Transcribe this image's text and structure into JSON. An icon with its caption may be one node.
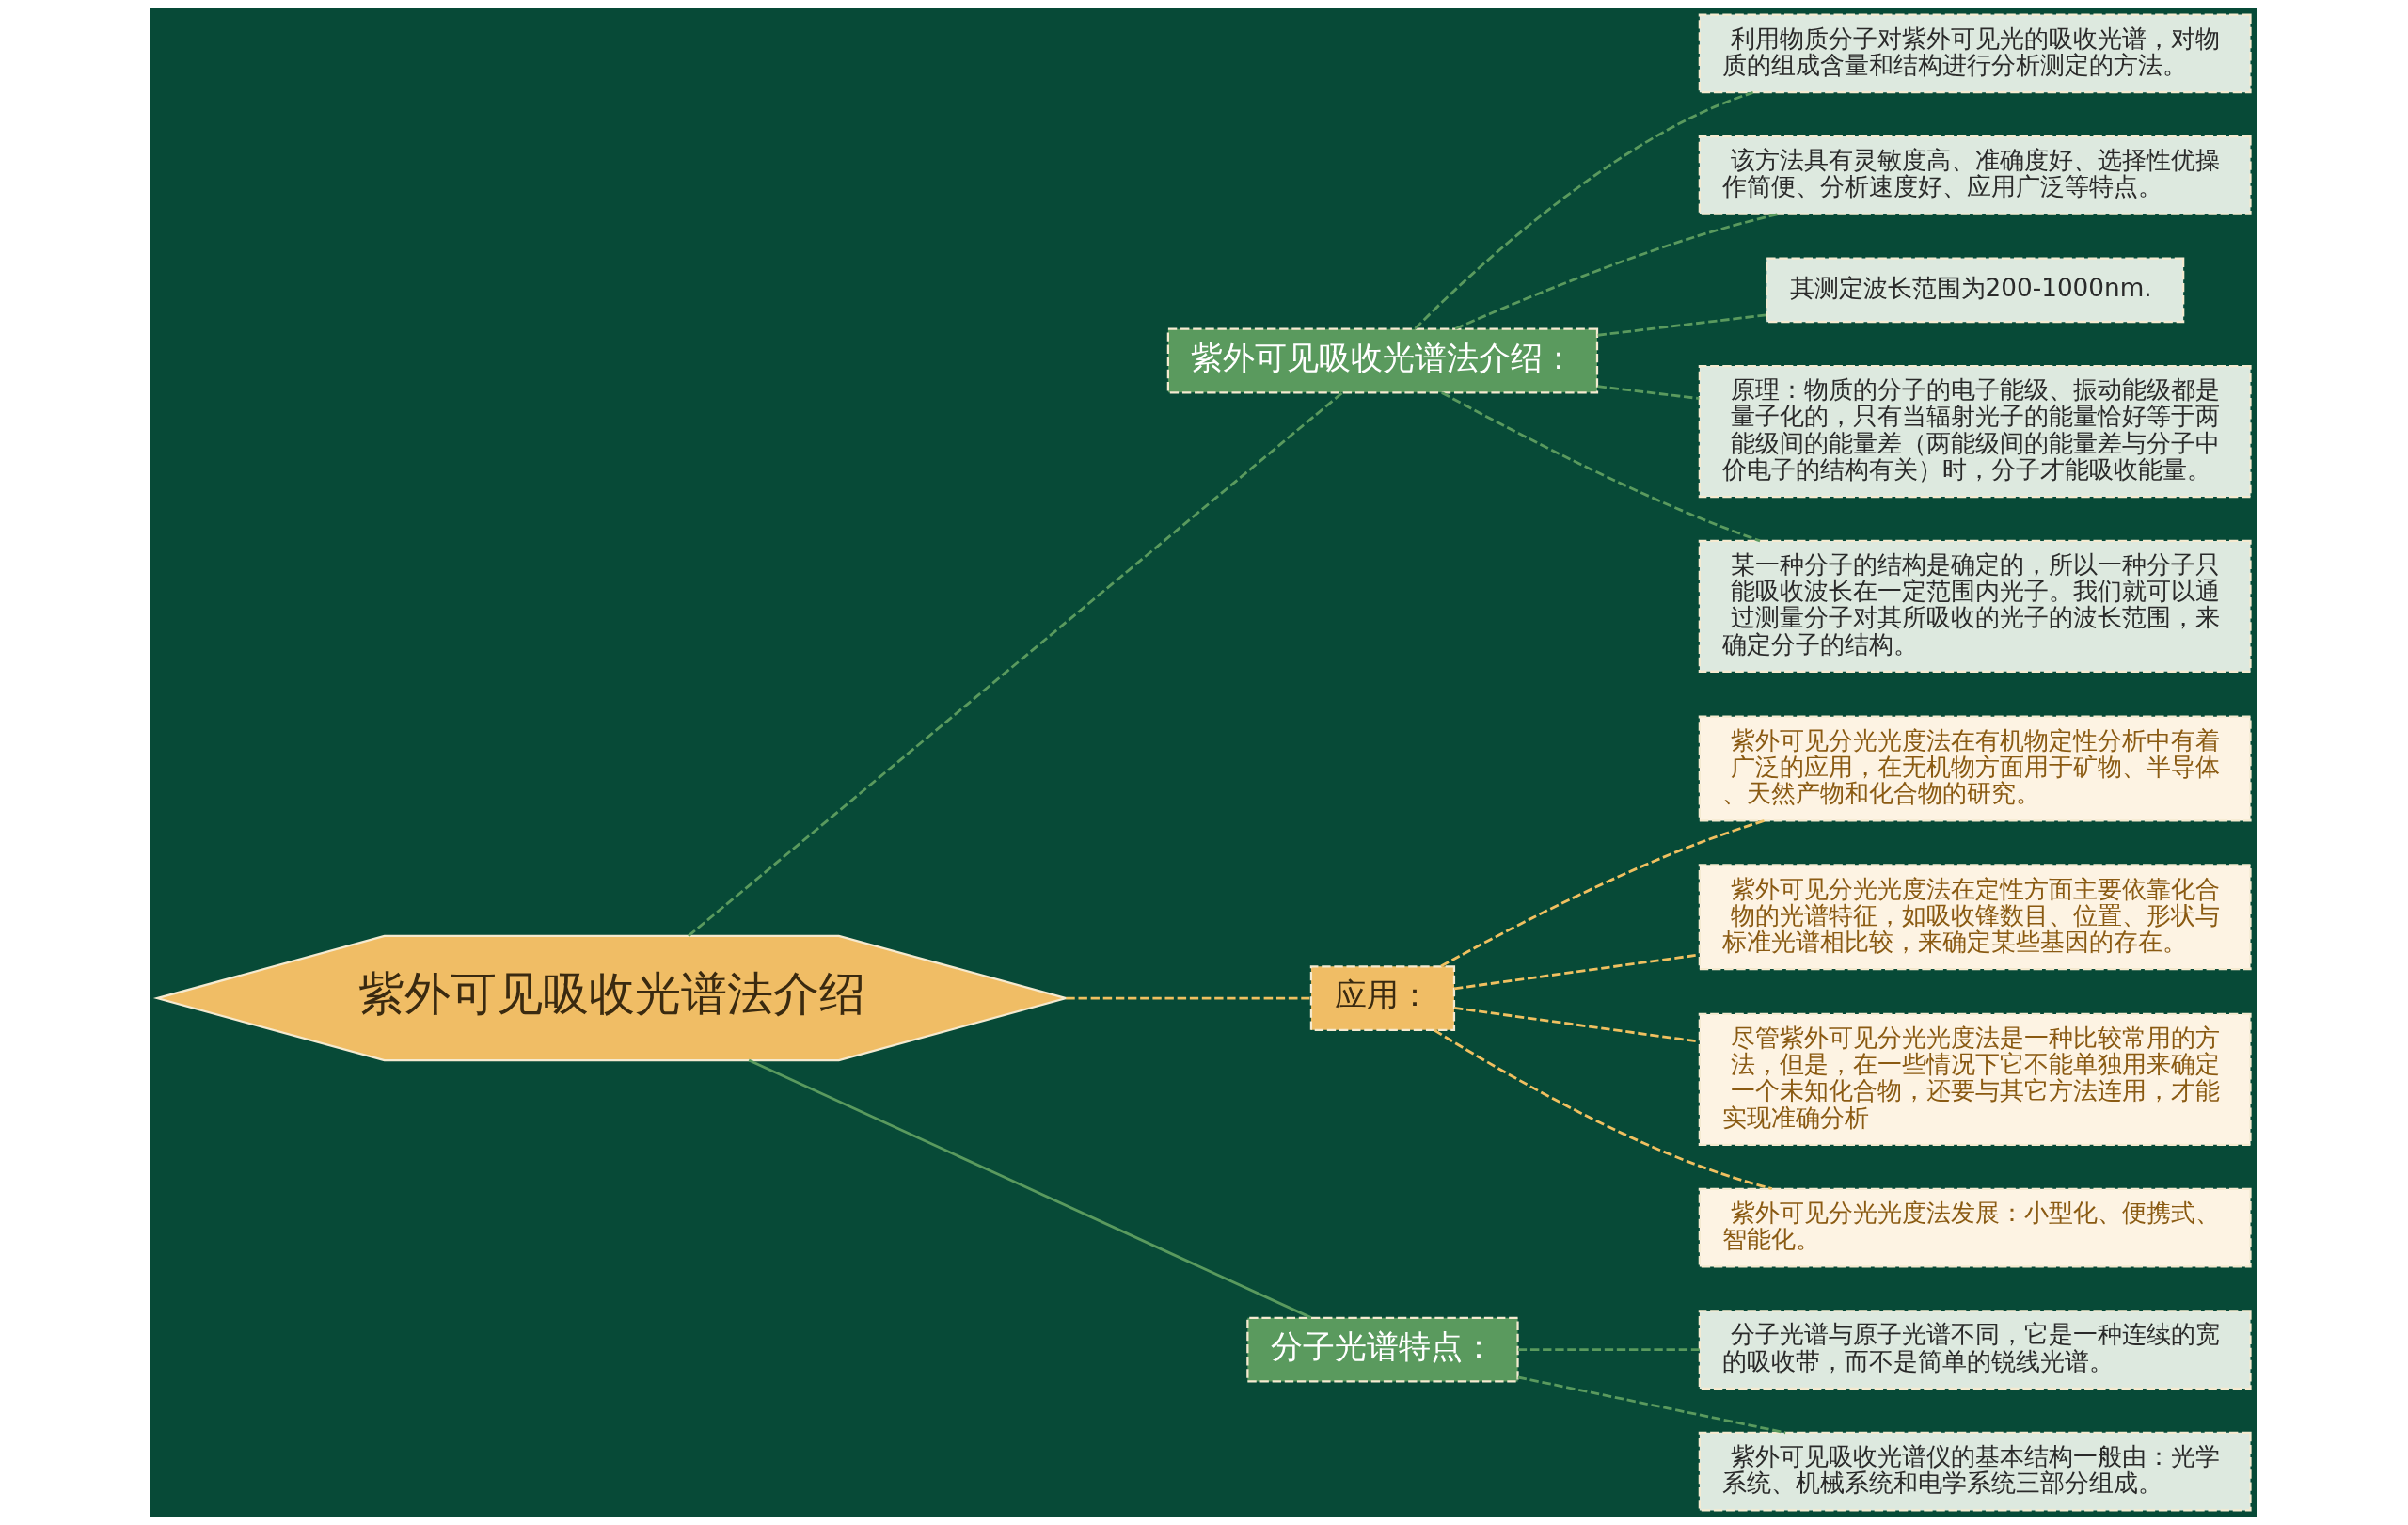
{
  "diagram": {
    "nodes": [
      {
        "text": [
          "紫外可见吸收光谱法介绍"
        ]
      },
      {
        "text": [
          "紫外可见吸收光谱法介绍："
        ]
      },
      {
        "text": [
          "利用物质分子对紫外可见光的吸收光谱，对物质的组成含量和结构进行分析测定的方法。"
        ]
      },
      {
        "text": [
          "该方法具有灵敏度高、准确度好、选择性优操作简便、分析速度好、应用广泛等特点。"
        ]
      },
      {
        "text": [
          "其测定波长范围为200-1000nm."
        ]
      },
      {
        "text": [
          "原理：物质的分子的电子能级、振动能级都是量子化的，只有当辐射光子的能量恰好等于两能级间的能量差（两能级间的能量差与分子中价电子的结构有关）时，分子才能吸收能量。"
        ]
      },
      {
        "text": [
          "某一种分子的结构是确定的，所以一种分子只能吸收波长在一定范围内光子。我们就可以通过测量分子对其所吸收的光子的波长范围，来确定分子的结构。"
        ]
      },
      {
        "text": [
          "应用："
        ]
      },
      {
        "text": [
          "紫外可见分光光度法在有机物定性分析中有着广泛的应用，在无机物方面用于矿物、半导体、天然产物和化合物的研究。"
        ]
      },
      {
        "text": [
          "紫外可见分光光度法在定性方面主要依靠化合物的光谱特征，如吸收锋数目、位置、形状与标准光谱相比较，来确定某些基因的存在。"
        ]
      },
      {
        "text": [
          "尽管紫外可见分光光度法是一种比较常用的方法，但是，在一些情况下它不能单独用来确定一个未知化合物，还要与其它方法连用，才能实现准确分析"
        ]
      },
      {
        "text": [
          "紫外可见分光光度法发展：小型化、便携式、智能化。"
        ]
      },
      {
        "text": [
          "分子光谱特点："
        ]
      },
      {
        "text": [
          "分子光谱与原子光谱不同，它是一种连续的宽的吸收带，而不是简单的锐线光谱。"
        ]
      },
      {
        "text": [
          "紫外可见吸收光谱仪的基本结构一般由：光学系统、机械系统和电学系统三部分组成。"
        ]
      }
    ],
    "edges": [
      {
        "from": 0,
        "to": 1,
        "arrow": "none",
        "style": "dashed"
      },
      {
        "from": 1,
        "to": 2,
        "arrow": "none",
        "style": "dashed"
      },
      {
        "from": 1,
        "to": 3,
        "arrow": "none",
        "style": "dashed"
      },
      {
        "from": 1,
        "to": 4,
        "arrow": "none",
        "style": "dashed"
      },
      {
        "from": 1,
        "to": 5,
        "arrow": "none",
        "style": "dashed"
      },
      {
        "from": 1,
        "to": 6,
        "arrow": "none",
        "style": "dashed"
      },
      {
        "from": 0,
        "to": 7,
        "arrow": "none",
        "style": "dashed",
        "color": "#f0c060"
      },
      {
        "from": 7,
        "to": 8,
        "arrow": "none",
        "style": "dashed",
        "color": "#f0c060"
      },
      {
        "from": 7,
        "to": 9,
        "arrow": "none",
        "style": "dashed",
        "color": "#f0c060"
      },
      {
        "from": 7,
        "to": 10,
        "arrow": "none",
        "style": "dashed",
        "color": "#f0c060"
      },
      {
        "from": 7,
        "to": 11,
        "arrow": "none",
        "style": "dashed",
        "color": "#f0c060"
      },
      {
        "from": 0,
        "to": 12,
        "arrow": "none"
      },
      {
        "from": 12,
        "to": 13,
        "arrow": "none",
        "style": "dashed"
      },
      {
        "from": 12,
        "to": 14,
        "arrow": "none",
        "style": "dashed"
      }
    ]
  }
}
